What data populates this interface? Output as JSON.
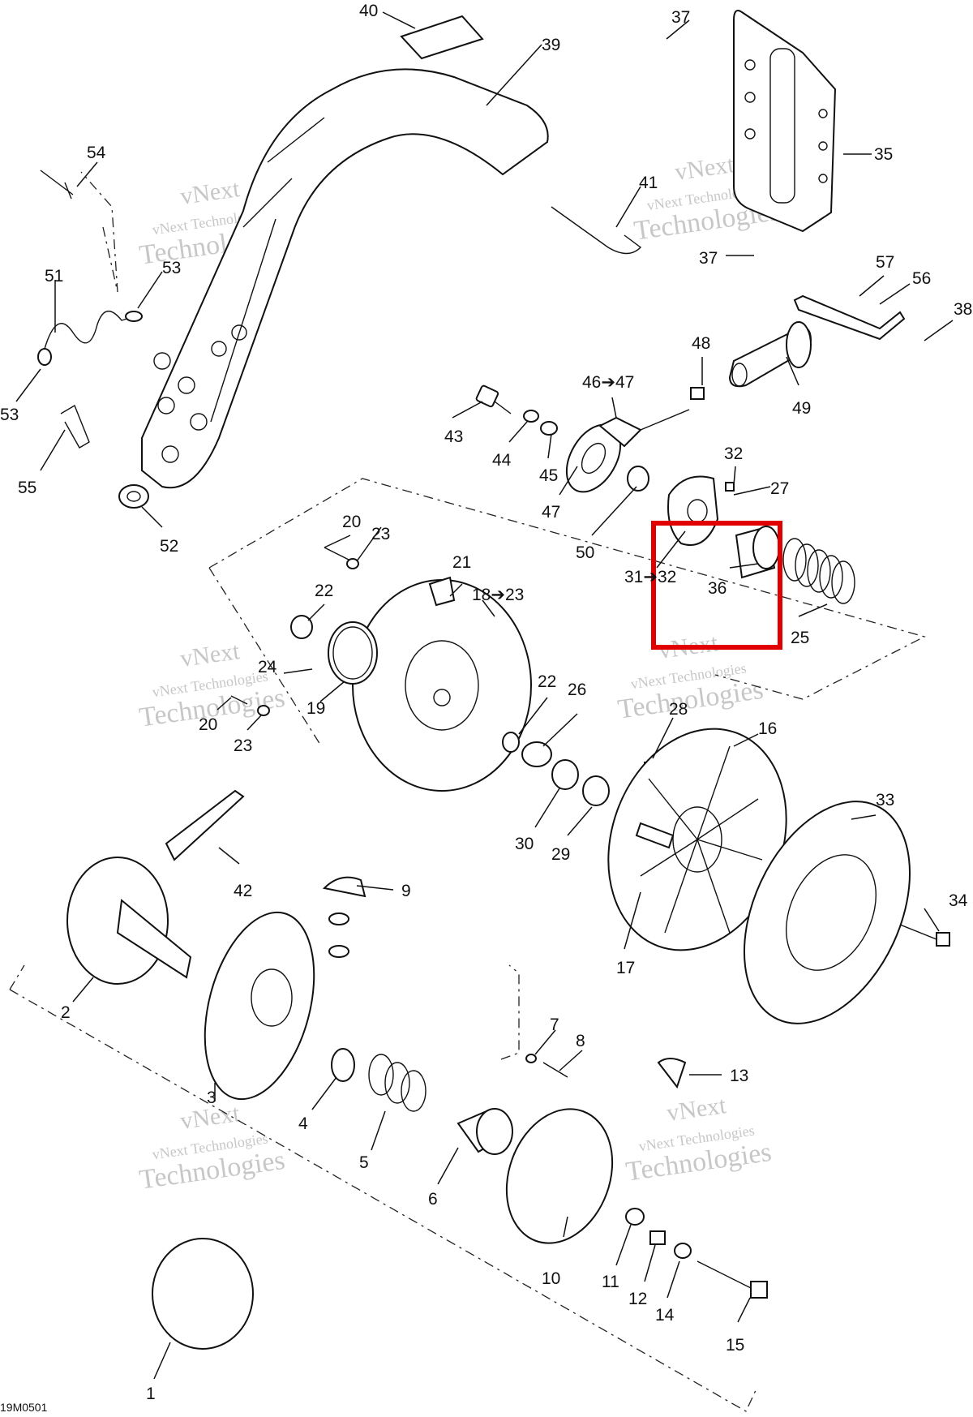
{
  "drawing_code": "19M0501",
  "watermark": {
    "line1": "vNext",
    "line2": "vNext Technologies",
    "line3": "Technologies"
  },
  "highlight_color": "#e00000",
  "callouts": [
    "40",
    "39",
    "37",
    "35",
    "41",
    "37",
    "54",
    "53",
    "51",
    "53",
    "55",
    "52",
    "57",
    "56",
    "38",
    "48",
    "49",
    "46➔47",
    "43",
    "44",
    "45",
    "47",
    "32",
    "27",
    "50",
    "31➔32",
    "36",
    "25",
    "20",
    "23",
    "21",
    "18➔23",
    "22",
    "24",
    "19",
    "20",
    "23",
    "22",
    "26",
    "28",
    "16",
    "30",
    "29",
    "33",
    "34",
    "17",
    "42",
    "9",
    "2",
    "3",
    "4",
    "5",
    "6",
    "7",
    "8",
    "13",
    "10",
    "11",
    "12",
    "14",
    "15",
    "1"
  ]
}
